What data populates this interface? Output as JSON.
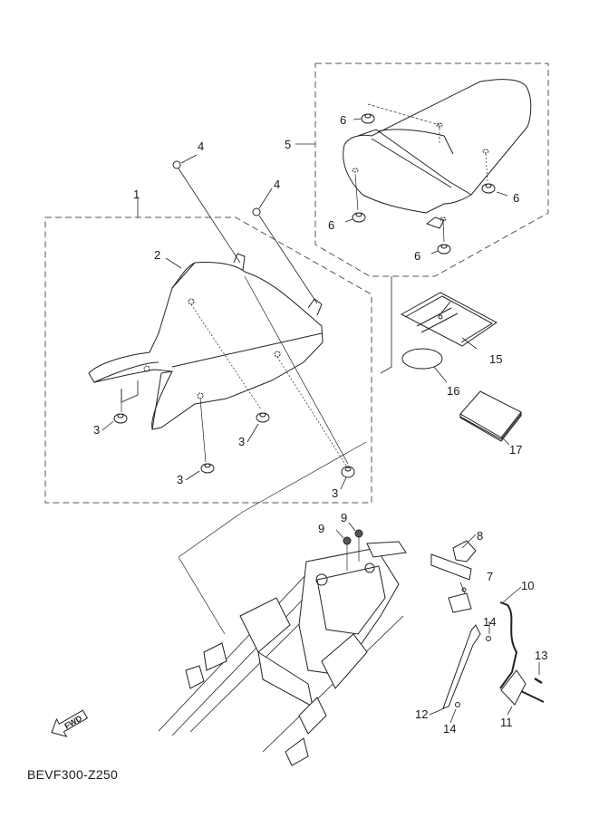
{
  "diagram": {
    "code": "BEVF300-Z250",
    "fwd_label": "FWD",
    "callouts": [
      {
        "id": "c1",
        "label": "1"
      },
      {
        "id": "c2",
        "label": "2"
      },
      {
        "id": "c3a",
        "label": "3"
      },
      {
        "id": "c3b",
        "label": "3"
      },
      {
        "id": "c3c",
        "label": "3"
      },
      {
        "id": "c3d",
        "label": "3"
      },
      {
        "id": "c4a",
        "label": "4"
      },
      {
        "id": "c4b",
        "label": "4"
      },
      {
        "id": "c5",
        "label": "5"
      },
      {
        "id": "c6a",
        "label": "6"
      },
      {
        "id": "c6b",
        "label": "6"
      },
      {
        "id": "c6c",
        "label": "6"
      },
      {
        "id": "c6d",
        "label": "6"
      },
      {
        "id": "c7",
        "label": "7"
      },
      {
        "id": "c8",
        "label": "8"
      },
      {
        "id": "c9a",
        "label": "9"
      },
      {
        "id": "c9b",
        "label": "9"
      },
      {
        "id": "c10",
        "label": "10"
      },
      {
        "id": "c11",
        "label": "11"
      },
      {
        "id": "c12",
        "label": "12"
      },
      {
        "id": "c13",
        "label": "13"
      },
      {
        "id": "c14a",
        "label": "14"
      },
      {
        "id": "c14b",
        "label": "14"
      },
      {
        "id": "c15",
        "label": "15"
      },
      {
        "id": "c16",
        "label": "16"
      },
      {
        "id": "c17",
        "label": "17"
      }
    ]
  }
}
